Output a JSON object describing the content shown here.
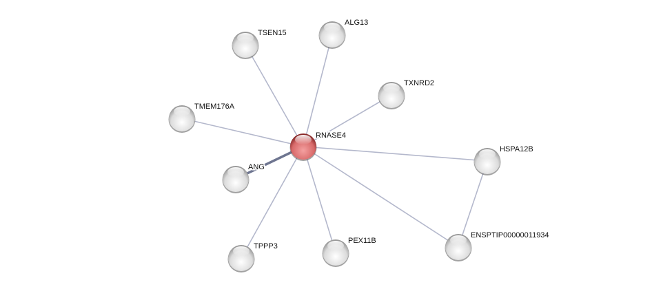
{
  "network": {
    "center_node": "RNASE4",
    "nodes": [
      {
        "id": "RNASE4",
        "label": "RNASE4",
        "query": true
      },
      {
        "id": "TSEN15",
        "label": "TSEN15"
      },
      {
        "id": "ALG13",
        "label": "ALG13"
      },
      {
        "id": "TXNRD2",
        "label": "TXNRD2"
      },
      {
        "id": "TMEM176A",
        "label": "TMEM176A"
      },
      {
        "id": "ANG",
        "label": "ANG"
      },
      {
        "id": "TPPP3",
        "label": "TPPP3"
      },
      {
        "id": "PEX11B",
        "label": "PEX11B"
      },
      {
        "id": "ENSPTIP00000011934",
        "label": "ENSPTIP00000011934"
      },
      {
        "id": "HSPA12B",
        "label": "HSPA12B"
      }
    ],
    "edges": [
      {
        "source": "RNASE4",
        "target": "TSEN15",
        "strength": "weak"
      },
      {
        "source": "RNASE4",
        "target": "ALG13",
        "strength": "weak"
      },
      {
        "source": "RNASE4",
        "target": "TXNRD2",
        "strength": "weak"
      },
      {
        "source": "RNASE4",
        "target": "TMEM176A",
        "strength": "weak"
      },
      {
        "source": "RNASE4",
        "target": "ANG",
        "strength": "strong"
      },
      {
        "source": "RNASE4",
        "target": "TPPP3",
        "strength": "weak"
      },
      {
        "source": "RNASE4",
        "target": "PEX11B",
        "strength": "weak"
      },
      {
        "source": "RNASE4",
        "target": "ENSPTIP00000011934",
        "strength": "weak"
      },
      {
        "source": "RNASE4",
        "target": "HSPA12B",
        "strength": "weak"
      },
      {
        "source": "HSPA12B",
        "target": "ENSPTIP00000011934",
        "strength": "weak"
      }
    ],
    "colors": {
      "query_node": "#e07070",
      "node": "#e6e6e6",
      "edge": "#b4b8cc",
      "strong_edge": "#6e7590"
    }
  }
}
